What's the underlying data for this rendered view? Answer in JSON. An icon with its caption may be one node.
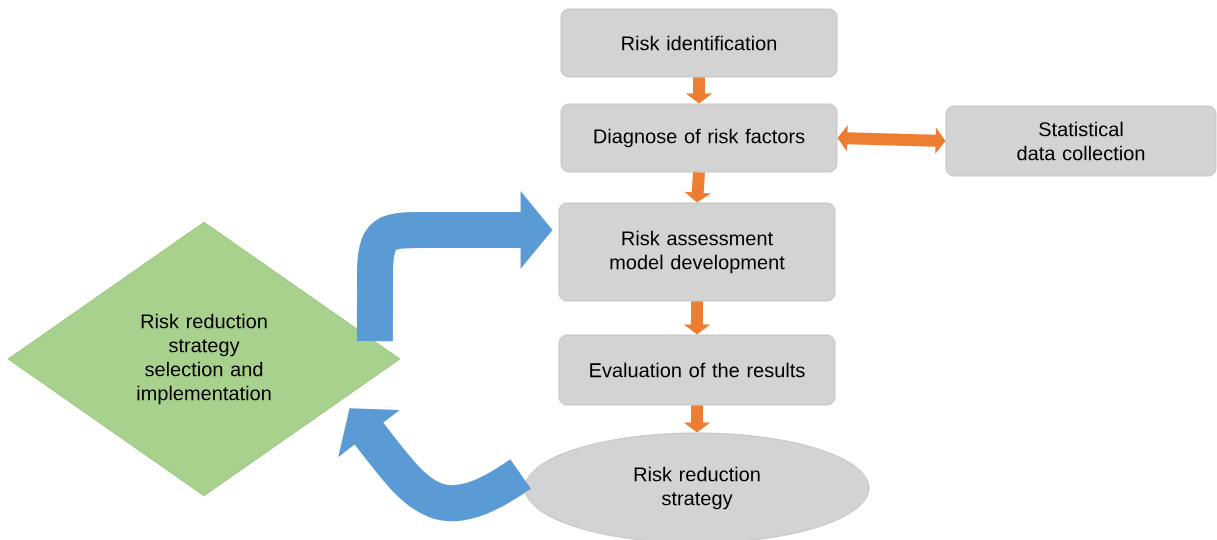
{
  "diagram": {
    "nodes": [
      {
        "text": [
          "Risk identification"
        ]
      },
      {
        "text": [
          "Diagnose of risk factors"
        ]
      },
      {
        "text": [
          "Statistical data collection"
        ]
      },
      {
        "text": [
          "Risk assessment model development"
        ]
      },
      {
        "text": [
          "Evaluation of the results"
        ]
      },
      {
        "text": [
          "Risk reduction strategy"
        ]
      },
      {
        "text": [
          "Risk reduction strategy selection and implementation"
        ]
      }
    ],
    "edges": [
      {
        "from": 0,
        "to": 1,
        "arrow": "to"
      },
      {
        "from": 1,
        "to": 2,
        "arrow": "both"
      },
      {
        "from": 1,
        "to": 3,
        "arrow": "to"
      },
      {
        "from": 3,
        "to": 4,
        "arrow": "to"
      },
      {
        "from": 4,
        "to": 5,
        "arrow": "to"
      },
      {
        "from": 6,
        "to": 3,
        "arrow": "to",
        "style": "thick",
        "color": "#5b9bd5"
      },
      {
        "from": 5,
        "to": 6,
        "arrow": "to",
        "style": "thick",
        "color": "#5b9bd5"
      }
    ]
  }
}
